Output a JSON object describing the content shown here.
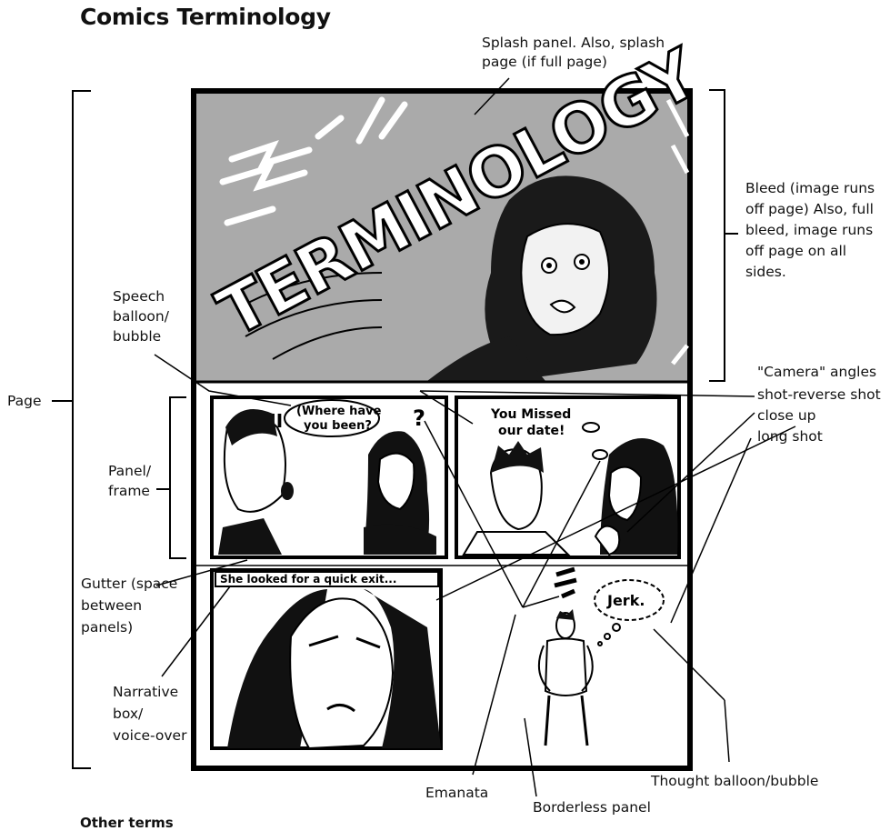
{
  "title": "Comics Terminology",
  "labels": {
    "splash": [
      "Splash panel. Also, splash",
      "page (if full page)"
    ],
    "bleed": [
      "Bleed (image runs",
      "off page) Also, full",
      "bleed, image runs",
      "off page on all",
      "sides."
    ],
    "speech": [
      "Speech",
      "balloon/",
      "bubble"
    ],
    "page": "Page",
    "panel": [
      "Panel/",
      "frame"
    ],
    "camera": [
      "\"Camera\" angles",
      "shot-reverse shot",
      "close up",
      "long shot"
    ],
    "gutter": [
      "Gutter (space",
      "between",
      "panels)"
    ],
    "narrative": [
      "Narrative",
      "box/",
      "voice-over"
    ],
    "emanata": "Emanata",
    "thought": "Thought balloon/bubble",
    "borderless": "Borderless panel"
  },
  "art": {
    "splash_word": "TERMINOLOGY",
    "speech_text": [
      "(Where have",
      "you been?"
    ],
    "panel2_text": [
      "You Missed",
      "our date!"
    ],
    "narrative_text": "She looked for a quick exit...",
    "thought_text": "Jerk."
  },
  "footer_cut": "Other terms"
}
